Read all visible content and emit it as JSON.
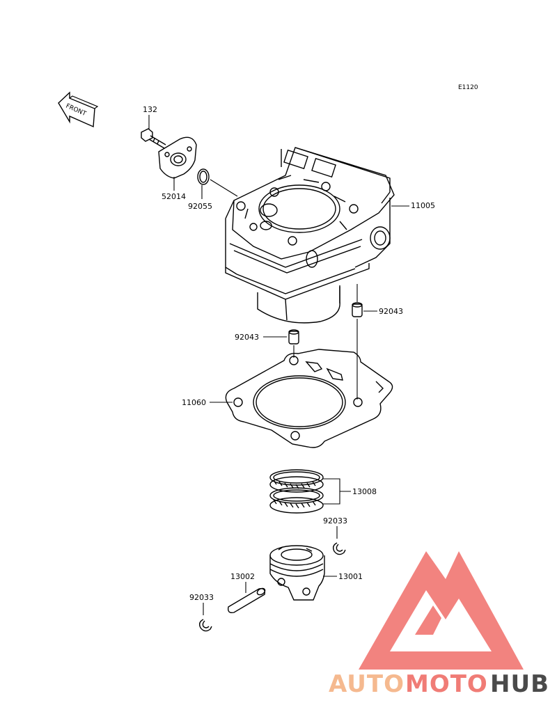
{
  "diagram": {
    "code": "E1120",
    "front_label": "FRONT",
    "parts": {
      "bolt": "132",
      "cover": "52014",
      "oring": "92055",
      "cylinder": "11005",
      "dowel_right": "92043",
      "dowel_left": "92043",
      "gasket": "11060",
      "rings": "13008",
      "clip_top": "92033",
      "pin": "13002",
      "piston": "13001",
      "clip_left": "92033"
    }
  },
  "watermark": {
    "auto": "AUTO",
    "moto": "MOTO",
    "hub": "HUB",
    "color_light": "#f5b98f",
    "color_mid": "#f07c76",
    "color_dark": "#4a4a4a",
    "logo_color": "#ee5a55"
  }
}
